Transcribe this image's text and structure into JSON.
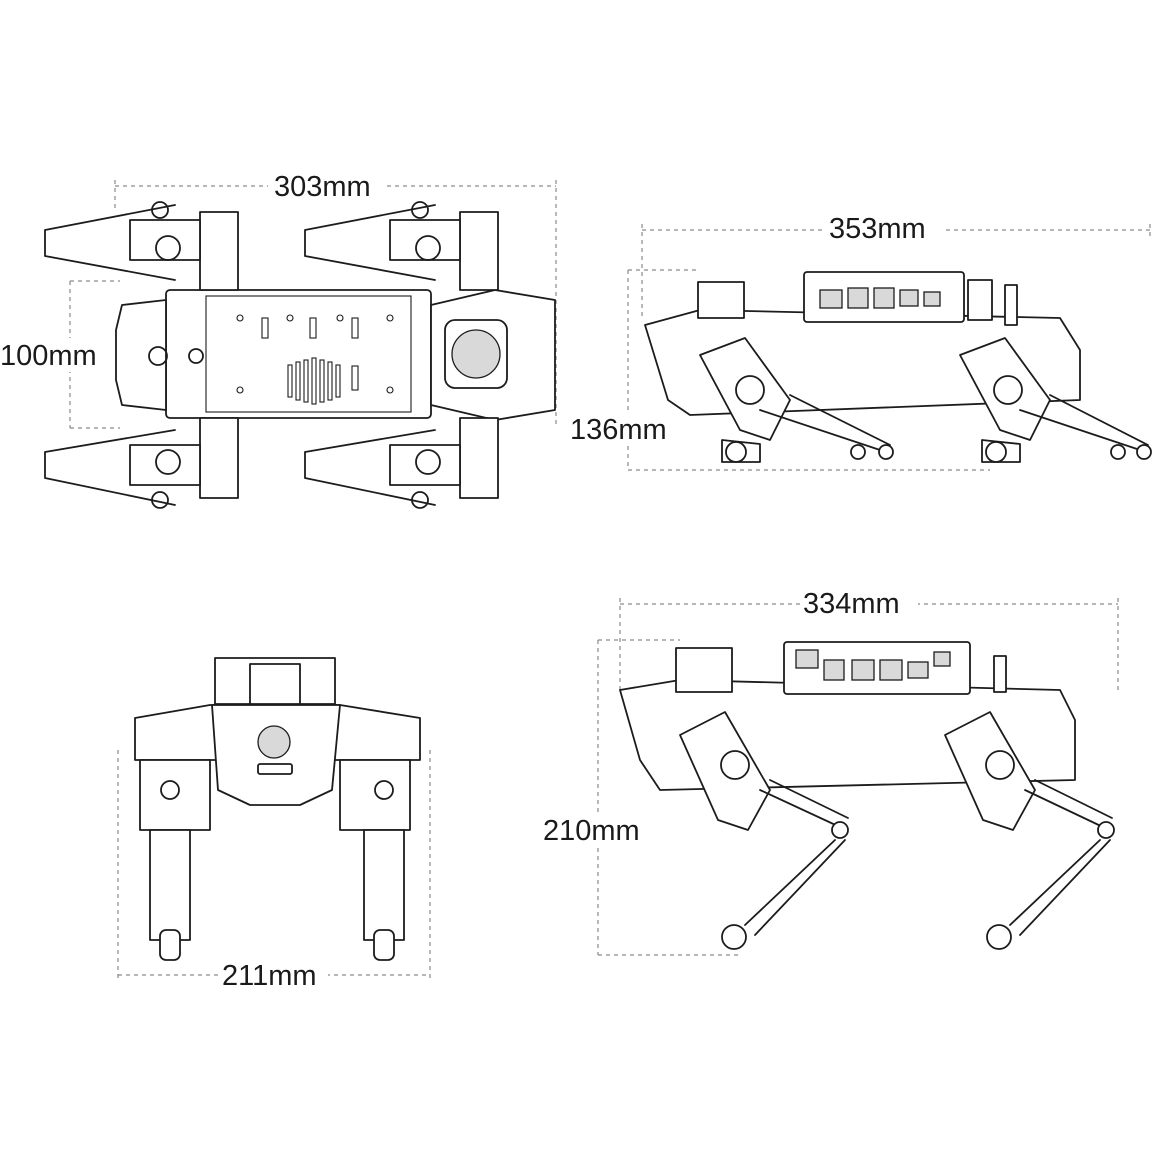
{
  "views": {
    "top": {
      "length_label": "303mm",
      "width_label": "100mm"
    },
    "side_top_right": {
      "length_label": "353mm",
      "height_label": "136mm"
    },
    "front": {
      "width_label": "211mm"
    },
    "side_bottom_right": {
      "length_label": "334mm",
      "height_label": "210mm"
    }
  },
  "colors": {
    "line": "#1c1c1c",
    "dimension_line": "#8a8a8a",
    "background": "#ffffff"
  }
}
